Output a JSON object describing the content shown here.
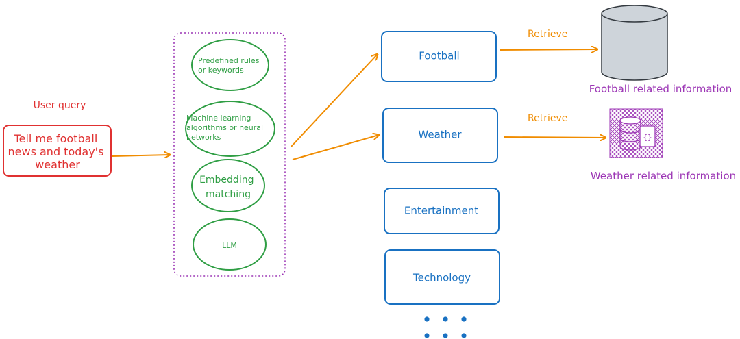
{
  "user_query": {
    "label": "User query",
    "lines": [
      "Tell me football",
      "news and today's",
      "weather"
    ]
  },
  "methods": [
    {
      "lines": [
        "Predefined rules",
        "or keywords"
      ]
    },
    {
      "lines": [
        "Machine learning",
        "algorithms or neural",
        "networks"
      ]
    },
    {
      "lines": [
        "Embedding",
        "matching"
      ]
    },
    {
      "lines": [
        "LLM"
      ]
    }
  ],
  "categories": [
    "Football",
    "Weather",
    "Entertainment",
    "Technology"
  ],
  "retrieve_label": "Retrieve",
  "football_info": "Football related information",
  "weather_info": "Weather related information",
  "weather_db_icon_glyph": "{}",
  "colors": {
    "query": "#e03131",
    "methods": "#2f9e44",
    "router_box": "#9c36b5",
    "category": "#1971c2",
    "arrow": "#f08c00",
    "info": "#9c36b5",
    "db_fill": "#ced4da"
  },
  "icons": [
    "database-cylinder-icon",
    "database-json-icon",
    "ellipsis-dots-icon"
  ]
}
